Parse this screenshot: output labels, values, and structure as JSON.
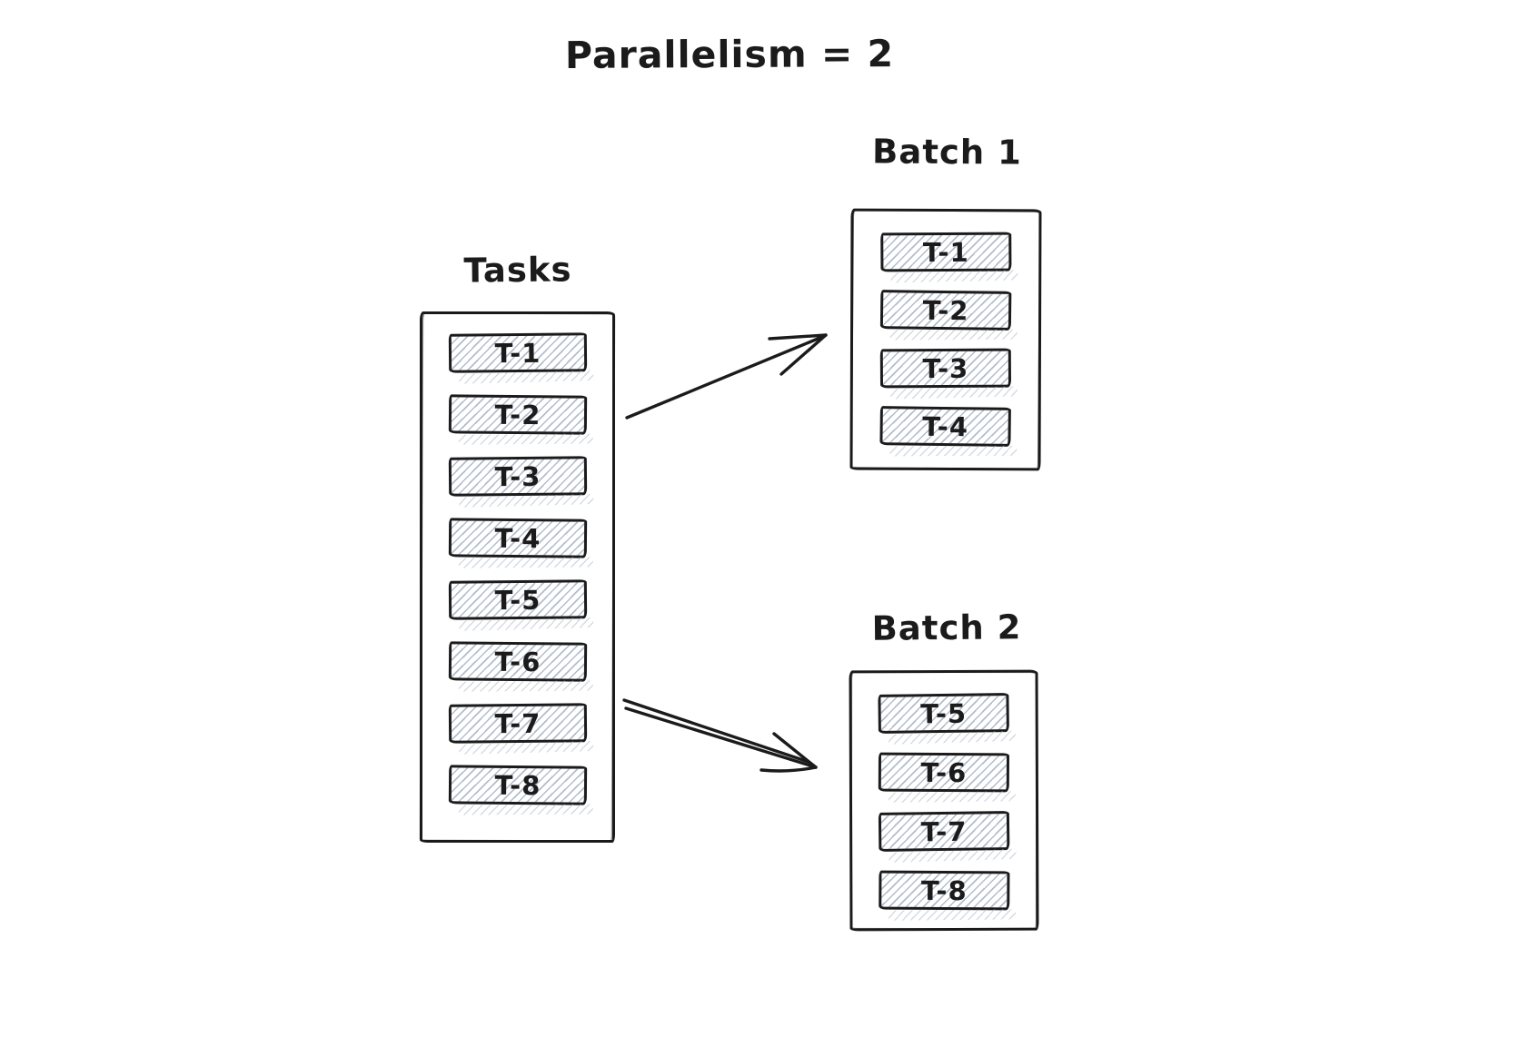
{
  "title": "Parallelism = 2",
  "tasks_panel": {
    "label": "Tasks",
    "items": [
      "T-1",
      "T-2",
      "T-3",
      "T-4",
      "T-5",
      "T-6",
      "T-7",
      "T-8"
    ]
  },
  "batches": [
    {
      "label": "Batch 1",
      "items": [
        "T-1",
        "T-2",
        "T-3",
        "T-4"
      ]
    },
    {
      "label": "Batch 2",
      "items": [
        "T-5",
        "T-6",
        "T-7",
        "T-8"
      ]
    }
  ],
  "colors": {
    "ink": "#1b1b1b",
    "hachure": "#b3bdcc",
    "background": "#ffffff"
  }
}
